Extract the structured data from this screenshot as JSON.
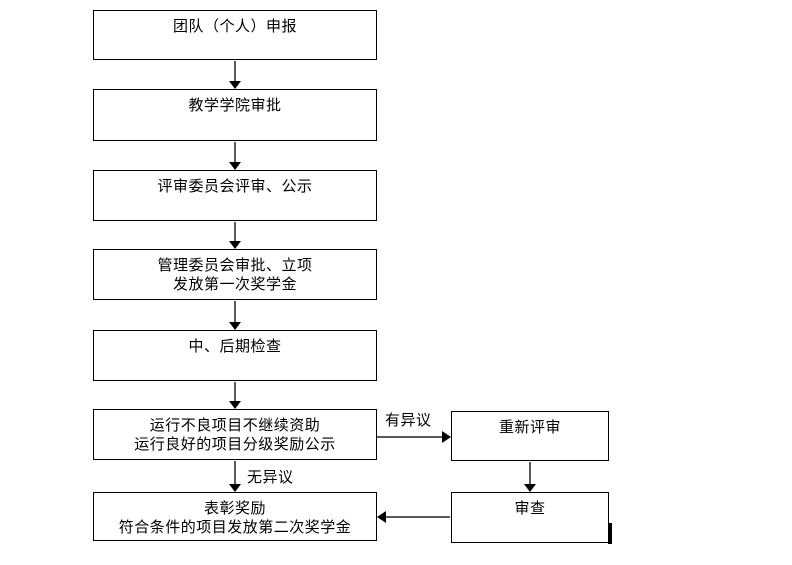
{
  "diagram": {
    "background": "#ffffff",
    "box_border_color": "#000000",
    "arrow_shaft_color": "#5a5a5a",
    "arrow_head_color": "#000000",
    "nodes": [
      {
        "id": "team-application",
        "lines": [
          "团队（个人）申报"
        ]
      },
      {
        "id": "college-approval",
        "lines": [
          "教学学院审批"
        ]
      },
      {
        "id": "review-committee",
        "lines": [
          "评审委员会评审、公示"
        ]
      },
      {
        "id": "management-approval",
        "lines": [
          "管理委员会审批、立项",
          "发放第一次奖学金"
        ]
      },
      {
        "id": "mid-late-inspection",
        "lines": [
          "中、后期检查"
        ]
      },
      {
        "id": "operation-outcome",
        "lines": [
          "运行不良项目不继续资助",
          "运行良好的项目分级奖励公示"
        ]
      },
      {
        "id": "commendation-award",
        "lines": [
          "表彰奖励",
          "符合条件的项目发放第二次奖学金"
        ]
      },
      {
        "id": "re-review",
        "lines": [
          "重新评审"
        ]
      },
      {
        "id": "audit",
        "lines": [
          "审查"
        ]
      }
    ],
    "edge_labels": {
      "objection": "有异议",
      "no_objection": "无异议"
    }
  }
}
